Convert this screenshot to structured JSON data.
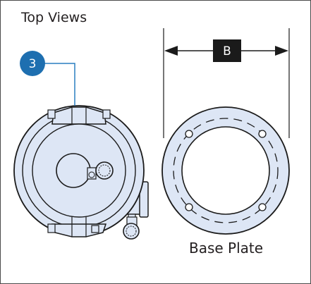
{
  "title": "Top Views",
  "callout": {
    "number": "3",
    "color": "#1e6fb0"
  },
  "dimension": {
    "label": "B"
  },
  "base_plate": {
    "label": "Base Plate"
  },
  "colors": {
    "body_fill": "#dde6f5",
    "outline": "#1b1b1b",
    "callout_line": "#2a7fc0",
    "dim_box": "#1a1a1a"
  }
}
